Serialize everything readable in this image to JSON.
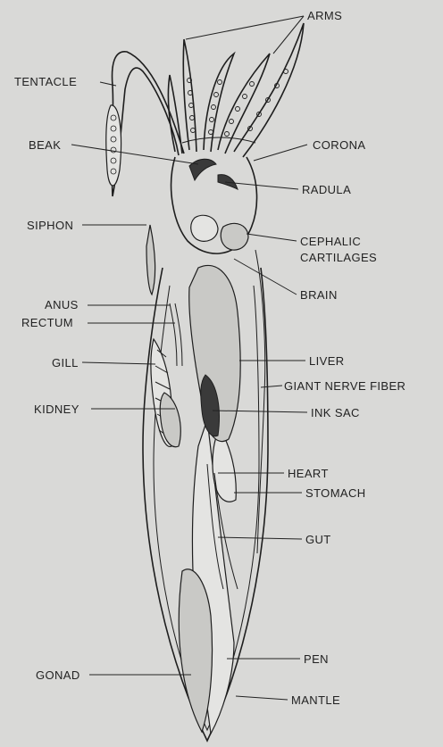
{
  "labels": {
    "arms": "ARMS",
    "tentacle": "TENTACLE",
    "beak": "BEAK",
    "corona": "CORONA",
    "radula": "RADULA",
    "siphon": "SIPHON",
    "cephalic_1": "CEPHALIC",
    "cephalic_2": "CARTILAGES",
    "brain": "BRAIN",
    "anus": "ANUS",
    "rectum": "RECTUM",
    "gill": "GILL",
    "liver": "LIVER",
    "giant_nerve_fiber": "GIANT NERVE FIBER",
    "kidney": "KIDNEY",
    "ink_sac": "INK SAC",
    "heart": "HEART",
    "stomach": "STOMACH",
    "gut": "GUT",
    "pen": "PEN",
    "gonad": "GONAD",
    "mantle": "MANTLE"
  }
}
